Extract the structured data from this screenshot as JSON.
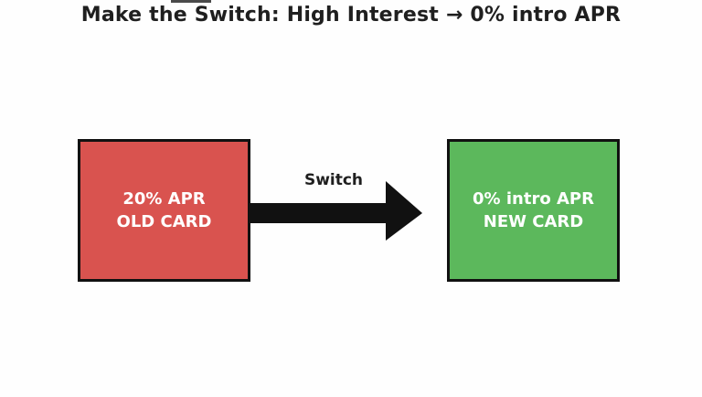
{
  "title": "Make the Switch: High Interest → 0% intro APR",
  "colors": {
    "old_card_bg": "#d9534f",
    "new_card_bg": "#5cb85c",
    "border": "#111111",
    "arrow": "#111111",
    "title_text": "#1f1f1f",
    "card_text": "#ffffff"
  },
  "diagram": {
    "old_card": {
      "line1": "20% APR",
      "line2": "OLD CARD"
    },
    "arrow_label": "Switch",
    "new_card": {
      "line1": "0% intro APR",
      "line2": "NEW CARD"
    }
  }
}
